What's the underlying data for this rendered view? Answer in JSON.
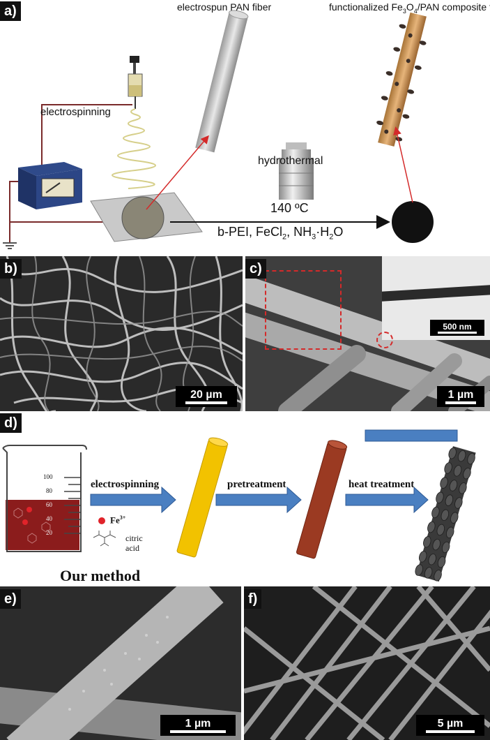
{
  "panels": {
    "a": {
      "tag": "a)",
      "electrospun_label": "electrospun PAN fiber",
      "functionalized_label_pre": "functionalized Fe",
      "functionalized_sub1": "3",
      "functionalized_mid": "O",
      "functionalized_sub2": "4",
      "functionalized_post": "/PAN composite fiber",
      "electrospinning_label": "electrospinning",
      "hydrothermal_label": "hydrothermal",
      "temp_label": "140 ºC",
      "reagents_pre": "b-PEI, FeCl",
      "reagents_sub1": "2",
      "reagents_mid": ", NH",
      "reagents_sub2": "3",
      "reagents_post": "·H",
      "reagents_sub3": "2",
      "reagents_end": "O"
    },
    "b": {
      "tag": "b)",
      "scale": "20 µm"
    },
    "c": {
      "tag": "c)",
      "scale": "1 µm",
      "inset_scale": "500 nm"
    },
    "d": {
      "tag": "d)",
      "beaker_ticks": [
        "100",
        "80",
        "60",
        "40",
        "20"
      ],
      "step1": "electrospinning",
      "step2": "pretreatment",
      "step3": "heat treatment",
      "fe_label": "Fe",
      "fe_sup": "3+",
      "citric_label": "citric",
      "acid_label": "acid",
      "method_label": "Our method"
    },
    "e": {
      "tag": "e)",
      "scale": "1 µm"
    },
    "f": {
      "tag": "f)",
      "scale": "5 µm"
    }
  },
  "colors": {
    "arrow_red": "#d42a2a",
    "process_arrow_blue": "#4a7fc1",
    "solution_red": "#8b1c1c",
    "yellow_fiber": "#f2c200",
    "brown_fiber": "#9b3a22",
    "dashed_box": "#d42a2a"
  }
}
